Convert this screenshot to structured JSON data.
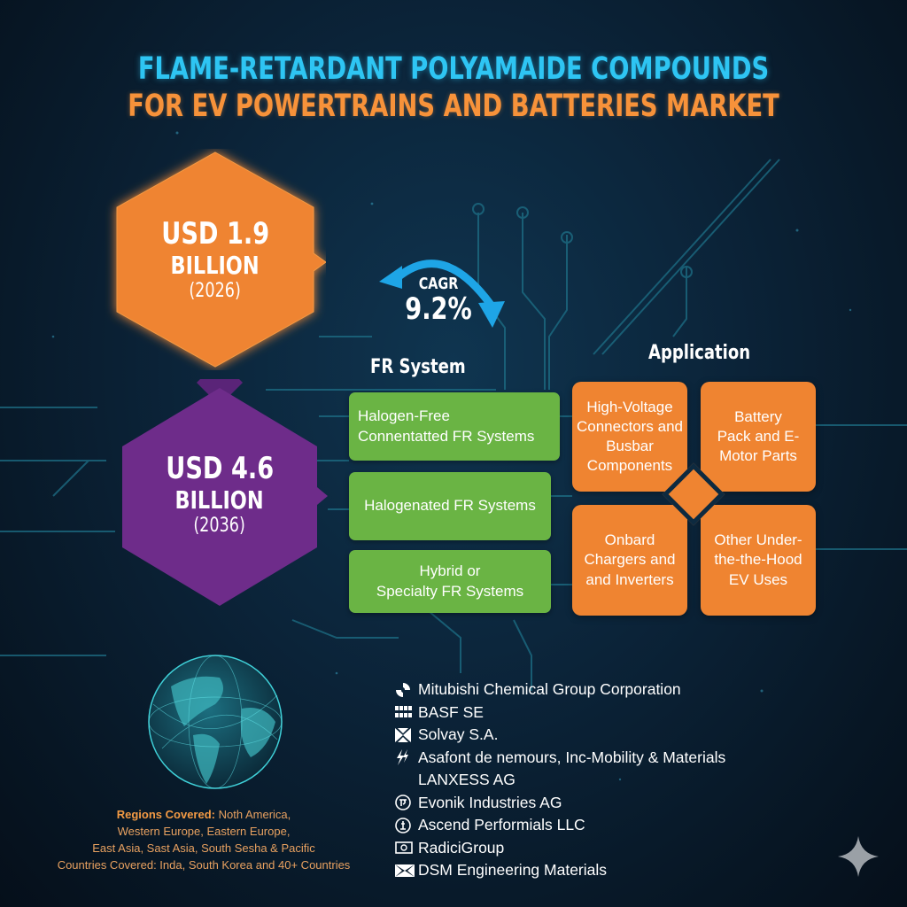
{
  "title": {
    "line1": "FLAME-RETARDANT POLYAMAIDE COMPOUNDS",
    "line2": "FOR EV POWERTRAINS AND BATTERIES MARKET"
  },
  "market_size": {
    "start": {
      "value": "USD 1.9",
      "unit": "BILLION",
      "year": "(2026)",
      "color": "#ef8431"
    },
    "end": {
      "value": "USD 4.6",
      "unit": "BILLION",
      "year": "(2036)",
      "color": "#6e2c8a"
    }
  },
  "cagr": {
    "label": "CAGR",
    "value": "9.2%",
    "arrow_color": "#1ea5e6"
  },
  "fr_system": {
    "label": "FR System",
    "items": [
      {
        "line1": "Halogen-Free",
        "line2": "Connentatted FR Systems"
      },
      {
        "line1": "Halogenated FR Systems",
        "line2": ""
      },
      {
        "line1": "Hybrid or",
        "line2": "Specialty FR Systems"
      }
    ],
    "color": "#6ab444"
  },
  "application": {
    "label": "Application",
    "items": [
      "High-Voltage Connectors and Busbar Components",
      "Battery Pack and E-Motor Parts",
      "Onbard Chargers and and Inverters",
      "Other Under-the-the-Hood EV Uses"
    ],
    "color": "#ef8431"
  },
  "regions": {
    "label": "Regions Covered:",
    "line1": "Noth America,",
    "line2": "Western Europe,  Eastern Europe,",
    "line3": "East Asia, Sast Asia, South Sesha & Pacific",
    "countries": "Countries Covered: Inda, South Korea and 40+ Countries"
  },
  "companies": [
    {
      "icon": "swirl-logo-icon",
      "name": "Mitubishi Chemical Group Corporation"
    },
    {
      "icon": "basf-logo-icon",
      "name": "BASF SE"
    },
    {
      "icon": "solvay-logo-icon",
      "name": "Solvay S.A."
    },
    {
      "icon": "lightning-logo-icon",
      "name": "Asafont de nemours, Inc-Mobility & Materials"
    },
    {
      "icon": "",
      "name": "LANXESS AG"
    },
    {
      "icon": "evonik-logo-icon",
      "name": "Evonik Industries AG"
    },
    {
      "icon": "ascend-logo-icon",
      "name": "Ascend Performials LLC"
    },
    {
      "icon": "radici-logo-icon",
      "name": "RadiciGroup"
    },
    {
      "icon": "dsm-logo-icon",
      "name": "DSM Engineering Materials"
    }
  ]
}
